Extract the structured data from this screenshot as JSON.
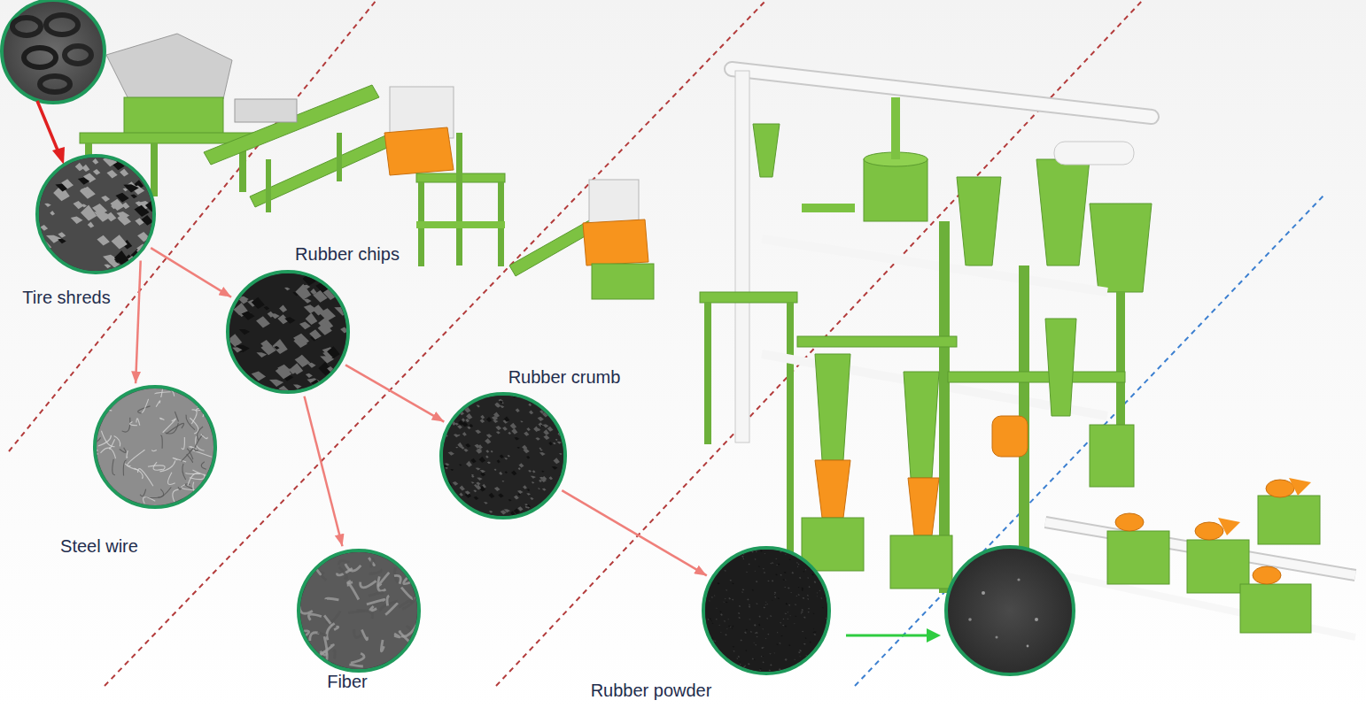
{
  "diagram": {
    "nodes": [
      {
        "text": [
          "Tire shreds"
        ]
      },
      {
        "text": [
          "Rubber chips"
        ]
      },
      {
        "text": [
          "Steel wire"
        ]
      },
      {
        "text": [
          "Rubber crumb"
        ]
      },
      {
        "text": [
          "Fiber"
        ]
      },
      {
        "text": [
          "Rubber powder"
        ]
      }
    ],
    "edges": [
      {
        "from": 0,
        "to": 1,
        "arrow": "to"
      },
      {
        "from": 0,
        "to": 2,
        "arrow": "to"
      },
      {
        "from": 1,
        "to": 3,
        "arrow": "to"
      },
      {
        "from": 1,
        "to": 4,
        "arrow": "to"
      },
      {
        "from": 3,
        "to": 5,
        "arrow": "to"
      }
    ]
  }
}
